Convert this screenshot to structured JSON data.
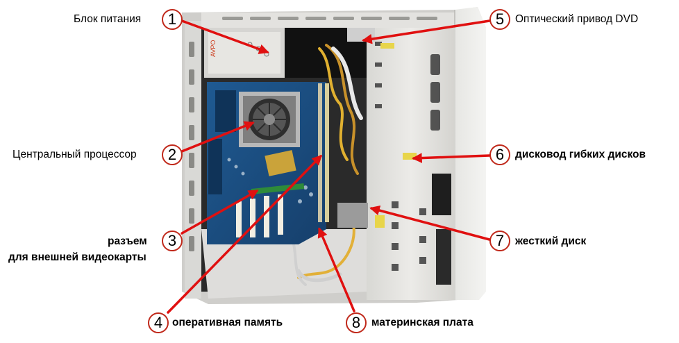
{
  "callouts": [
    {
      "number": "1",
      "label": "Блок питания"
    },
    {
      "number": "2",
      "label": "Центральный процессор"
    },
    {
      "number": "3",
      "label_line1": "разъем",
      "label_line2": "для внешней видеокарты"
    },
    {
      "number": "4",
      "label": "оперативная память"
    },
    {
      "number": "5",
      "label": "Оптический привод DVD"
    },
    {
      "number": "6",
      "label": "дисковод гибких дисков"
    },
    {
      "number": "7",
      "label": "жесткий диск"
    },
    {
      "number": "8",
      "label": "материнская плата"
    }
  ],
  "psu_brand": "AVPO",
  "colors": {
    "arrow": "#e01010",
    "badge_border": "#c0281a",
    "case_panel": "#e9e9e6",
    "motherboard": "#1d4f84",
    "heatsink": "#8d8d8d",
    "ram": "#2e8b3a",
    "slots": "#f2eee2"
  }
}
